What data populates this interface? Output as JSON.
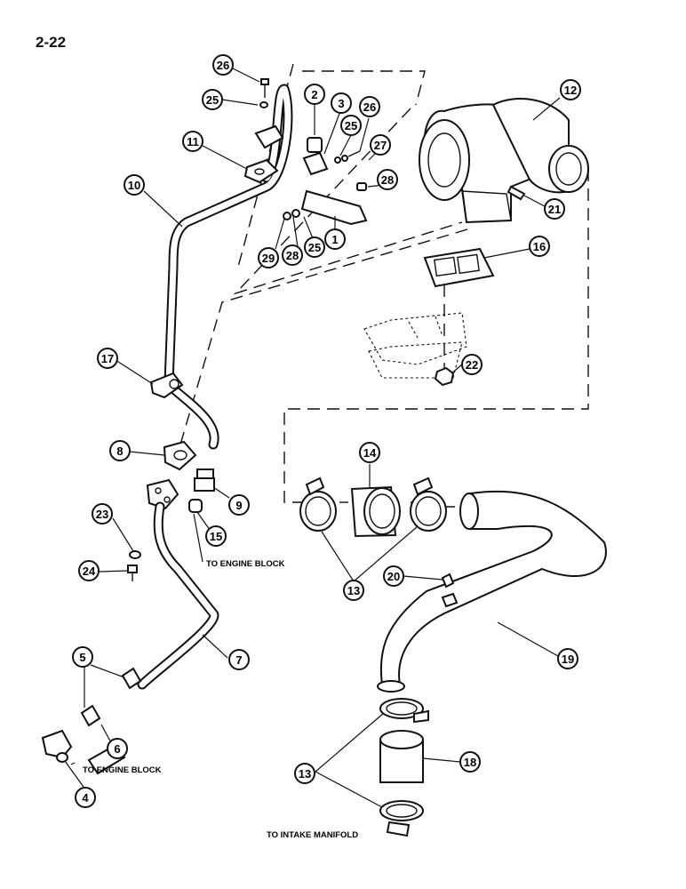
{
  "page_number": "2-22",
  "callouts": {
    "c26a": "26",
    "c25a": "25",
    "c2": "2",
    "c3": "3",
    "c25b": "25",
    "c26b": "26",
    "c27": "27",
    "c28a": "28",
    "c11": "11",
    "c10": "10",
    "c29": "29",
    "c28b": "28",
    "c25c": "25",
    "c1": "1",
    "c12": "12",
    "c21": "21",
    "c16": "16",
    "c22": "22",
    "c17": "17",
    "c8": "8",
    "c9": "9",
    "c23": "23",
    "c15": "15",
    "c24": "24",
    "c14": "14",
    "c13a": "13",
    "c20": "20",
    "c19": "19",
    "c7": "7",
    "c5": "5",
    "c6": "6",
    "c4": "4",
    "c18": "18",
    "c13b": "13"
  },
  "notes": {
    "engine_block_upper": "TO ENGINE BLOCK",
    "engine_block_lower": "TO ENGINE BLOCK",
    "intake_manifold": "TO INTAKE MANIFOLD"
  }
}
